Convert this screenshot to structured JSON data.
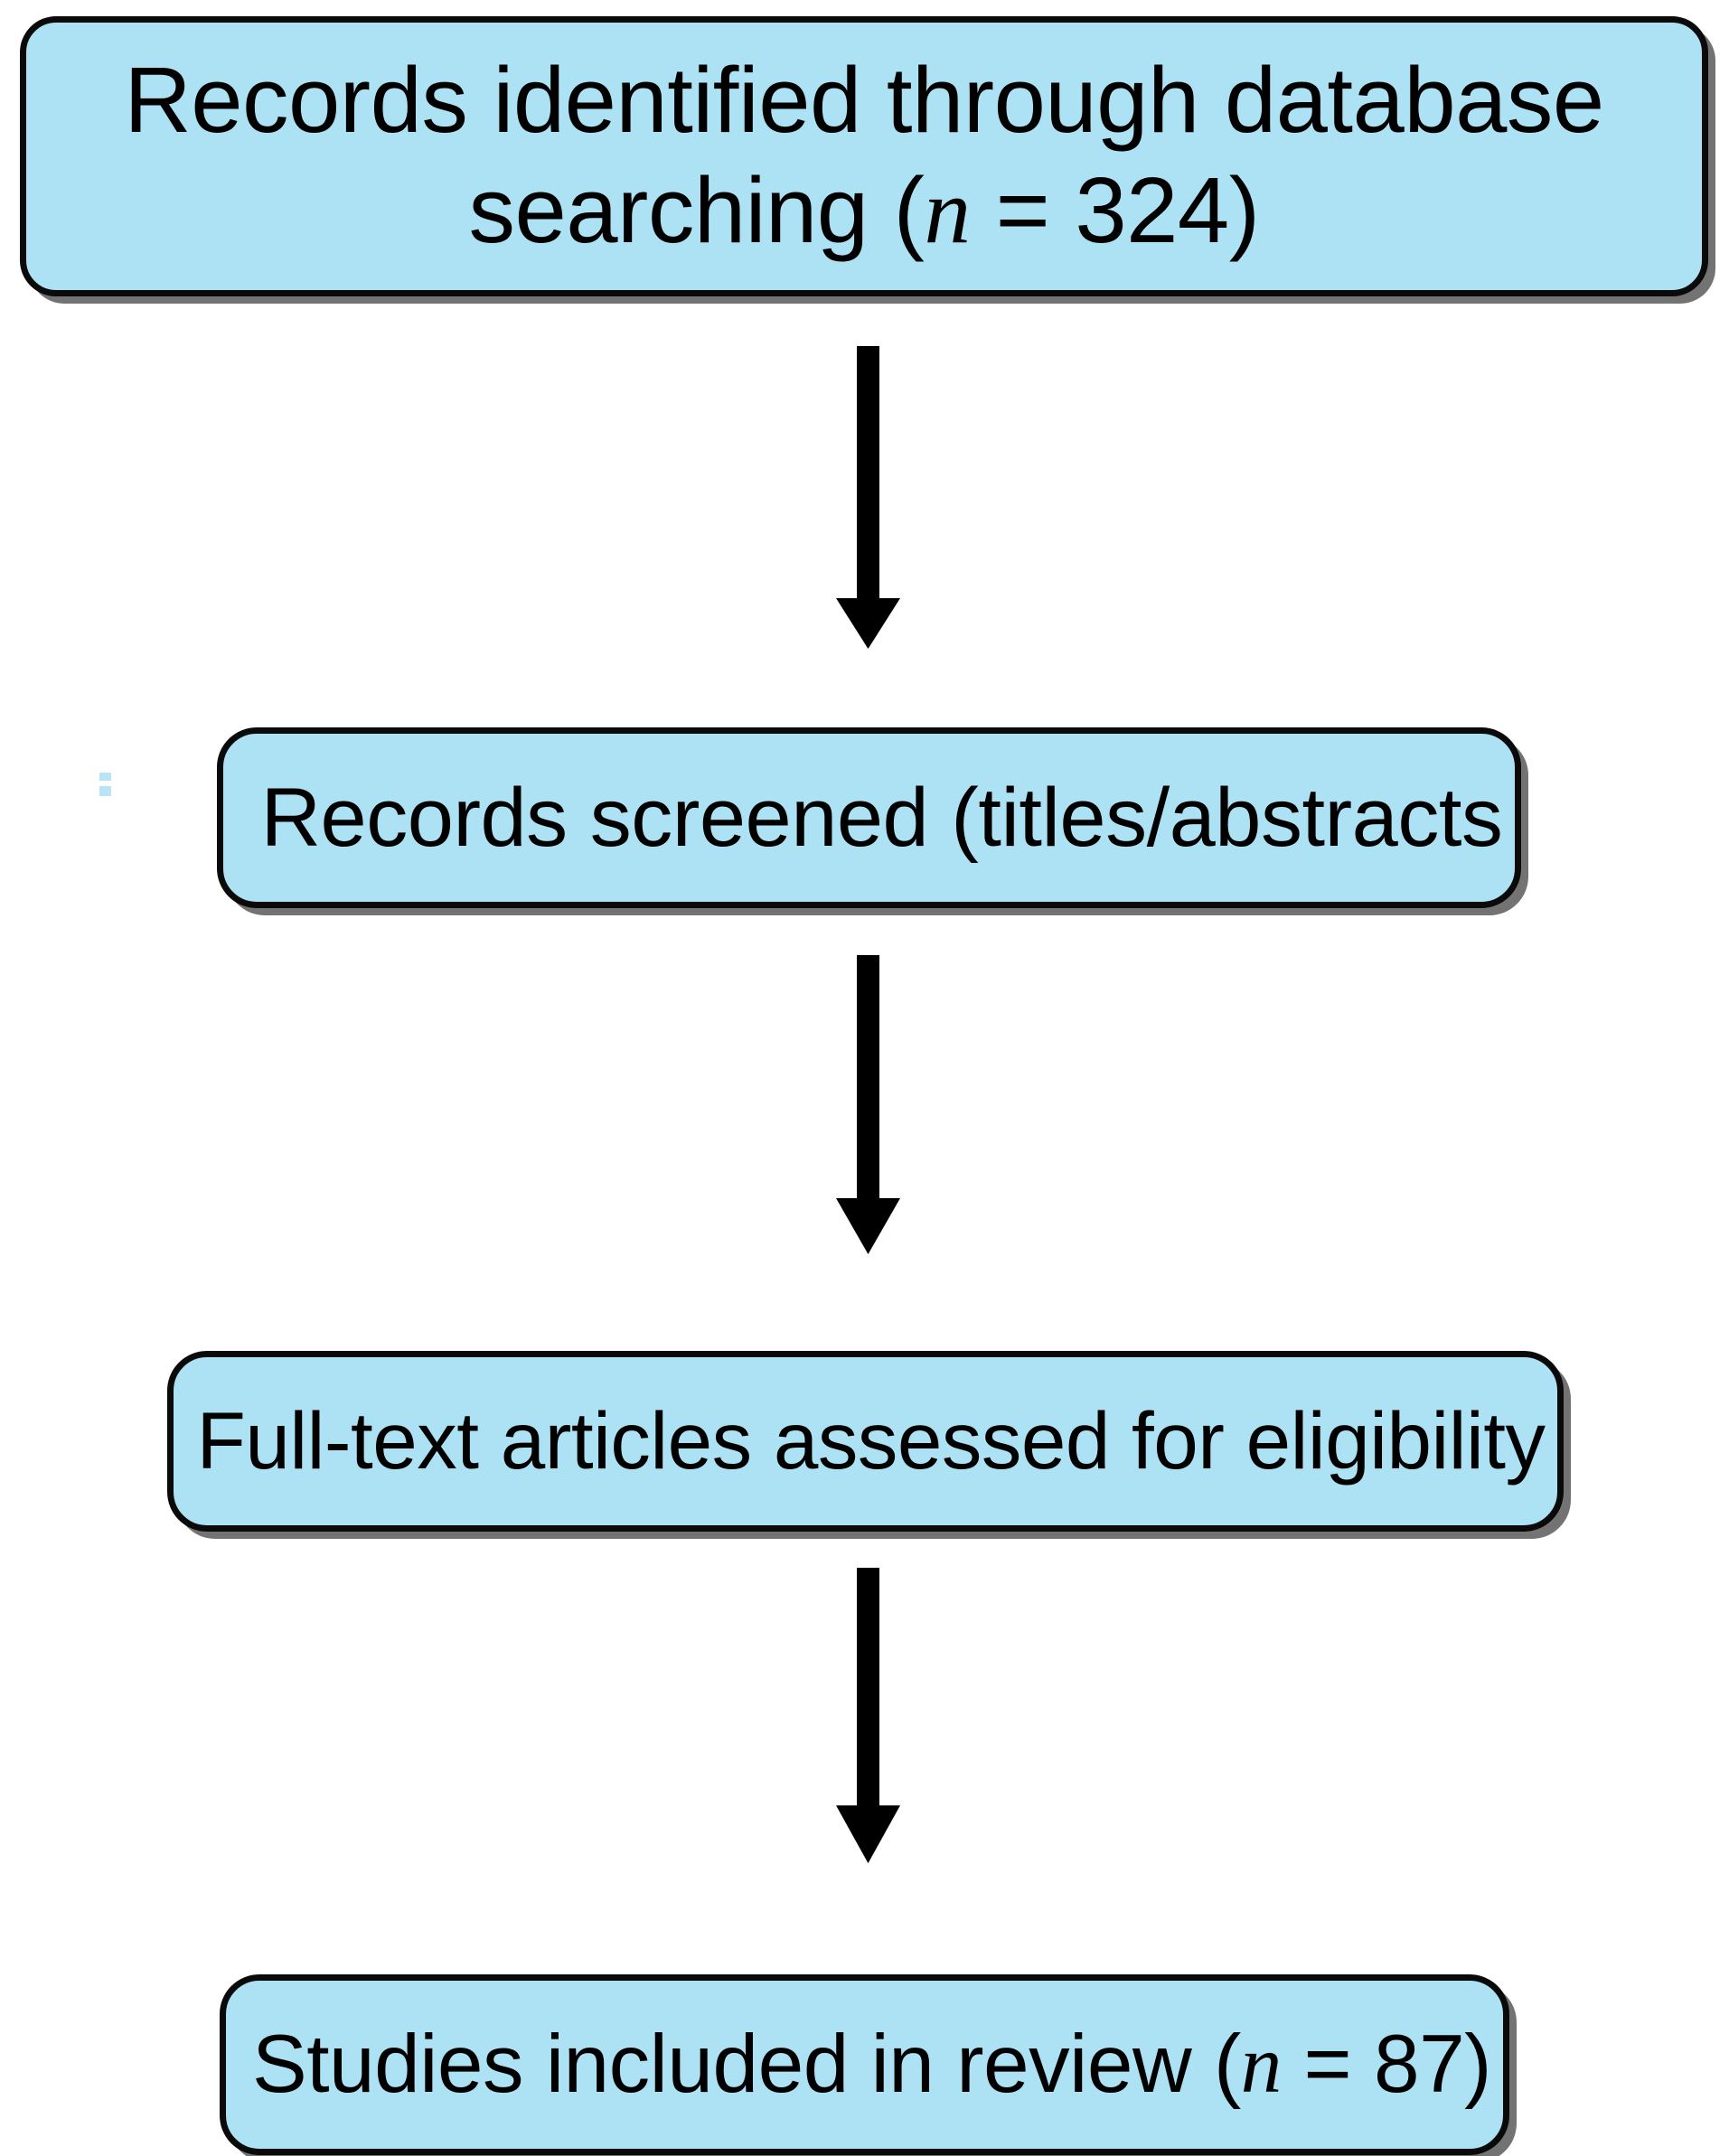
{
  "diagram": {
    "type": "flowchart",
    "orientation": "vertical",
    "title": "PRISMA study selection flow diagram",
    "style": {
      "box_fill": "#ACE2F3",
      "box_border": "#0A0A0A",
      "arrow_color": "#000000",
      "background": "#FFFFFF",
      "text_color": "#000000"
    },
    "nodes": [
      {
        "id": "identified",
        "label": "Records identified through database searching (n = 324)",
        "line1": "Records identified through database",
        "line2_prefix": "searching (",
        "line2_var": "n",
        "line2_suffix": " = 324)",
        "count": 324,
        "count_label": "n = 324"
      },
      {
        "id": "screened",
        "label": "Records screened (titles/abstracts",
        "text": "Records screened (titles/abstracts",
        "clipped": true
      },
      {
        "id": "fulltext",
        "label": "Full-text articles assessed for eligibility",
        "text": "Full-text articles assessed for eligibility",
        "clipped": true
      },
      {
        "id": "included",
        "label": "Studies included in review (n = 87)",
        "text_prefix": "Studies included in review (",
        "text_var": "n",
        "text_suffix": " = 87)",
        "count": 87,
        "count_label": "n = 87",
        "clipped": true
      }
    ],
    "edges": [
      {
        "id": "edge-1",
        "from": "identified",
        "to": "screened",
        "marker": "arrowhead-down-icon"
      },
      {
        "id": "edge-2",
        "from": "screened",
        "to": "fulltext",
        "marker": "arrowhead-down-icon"
      },
      {
        "id": "edge-3",
        "from": "fulltext",
        "to": "included",
        "marker": "arrowhead-down-icon"
      }
    ]
  }
}
